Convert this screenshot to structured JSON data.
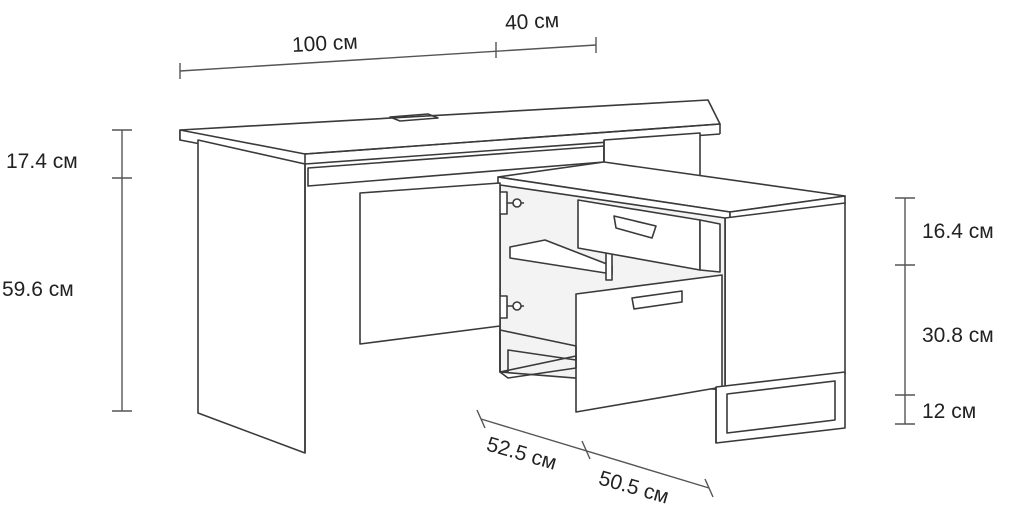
{
  "dimensions": {
    "width_top": "100 см",
    "width_side": "40 см",
    "top_height": "17.4 см",
    "desk_height": "59.6 см",
    "drawer_height": "16.4 см",
    "door_height": "30.8 см",
    "leg_height": "12 см",
    "depth_front": "52.5 см",
    "depth_side": "50.5 см"
  },
  "colors": {
    "line": "#3a3a3a",
    "text": "#222222"
  }
}
